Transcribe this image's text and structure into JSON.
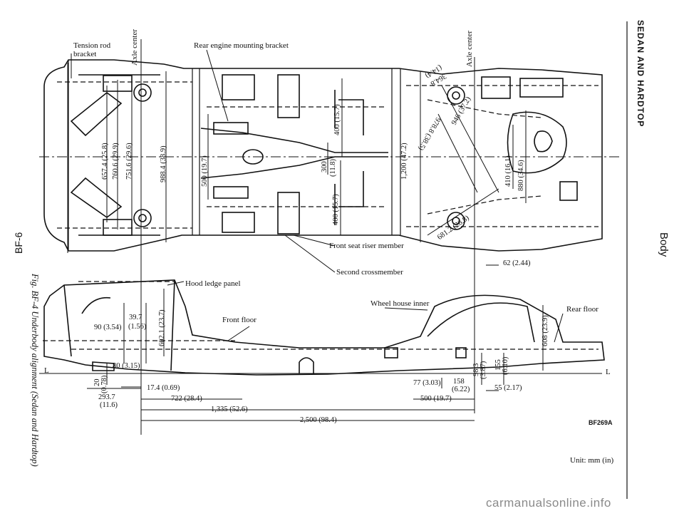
{
  "page": {
    "page_number": "BF-6",
    "section": "Body",
    "chapter": "SEDAN AND HARDTOP",
    "caption": "Fig. BF-4 Underbody alignment (Sedan and Hardtop)",
    "figure_code": "BF269A",
    "unit": "Unit: mm (in)",
    "watermark": "carmanualsonline.info"
  },
  "labels": {
    "tension_rod": "Tension rod",
    "bracket": "bracket",
    "axle_center_front": "Axle center",
    "axle_center_rear": "Axle center",
    "rear_engine_bracket": "Rear engine mounting bracket",
    "front_seat_riser": "Front seat riser member",
    "second_crossmember": "Second crossmember",
    "hood_ledge": "Hood ledge panel",
    "front_floor": "Front floor",
    "wheel_house": "Wheel house inner",
    "rear_floor": "Rear floor",
    "ref_L_left": "L",
    "ref_L_right": "L"
  },
  "top_dims": {
    "d657": "657.4 (25.8)",
    "d760": "760.6 (29.9)",
    "d751": "751.6 (29.6)",
    "d988": "988.4 (38.9)",
    "d500": "500 (19.7)",
    "d400a": "400 (15.7)",
    "d300": "300",
    "d300in": "(11.8)",
    "d400b": "400 (15.7)",
    "d1200": "1,200 (47.2)",
    "d946": "946 (37.2)",
    "d410": "410 (16.1)",
    "d880": "880 (34.6)",
    "d364": "364.8",
    "d364in": "(14.4)",
    "d978": "978.8 (38.5)",
    "d681": "681.2 (26.8)",
    "d62": "62 (2.44)"
  },
  "side_dims": {
    "d90": "90 (3.54)",
    "d397": "39.7",
    "d397in": "(1.56)",
    "d602": "602.1 (23.7)",
    "d80": "80 (3.15)",
    "d20": "20",
    "d20in": "(0.78)",
    "d2937": "293.7",
    "d2937in": "(11.6)",
    "d174": "17.4 (0.69)",
    "d722": "722 (28.4)",
    "d1335": "1,335 (52.6)",
    "d2500": "2,500 (98.4)",
    "d77": "77 (3.03)",
    "d158": "158",
    "d158in": "(6.22)",
    "d983": "98.3",
    "d983in": "(3.87)",
    "d155": "155",
    "d155in": "(6.10)",
    "d608": "608 (23.9)",
    "d55": "55 (2.17)",
    "d500b": "500 (19.7)"
  }
}
